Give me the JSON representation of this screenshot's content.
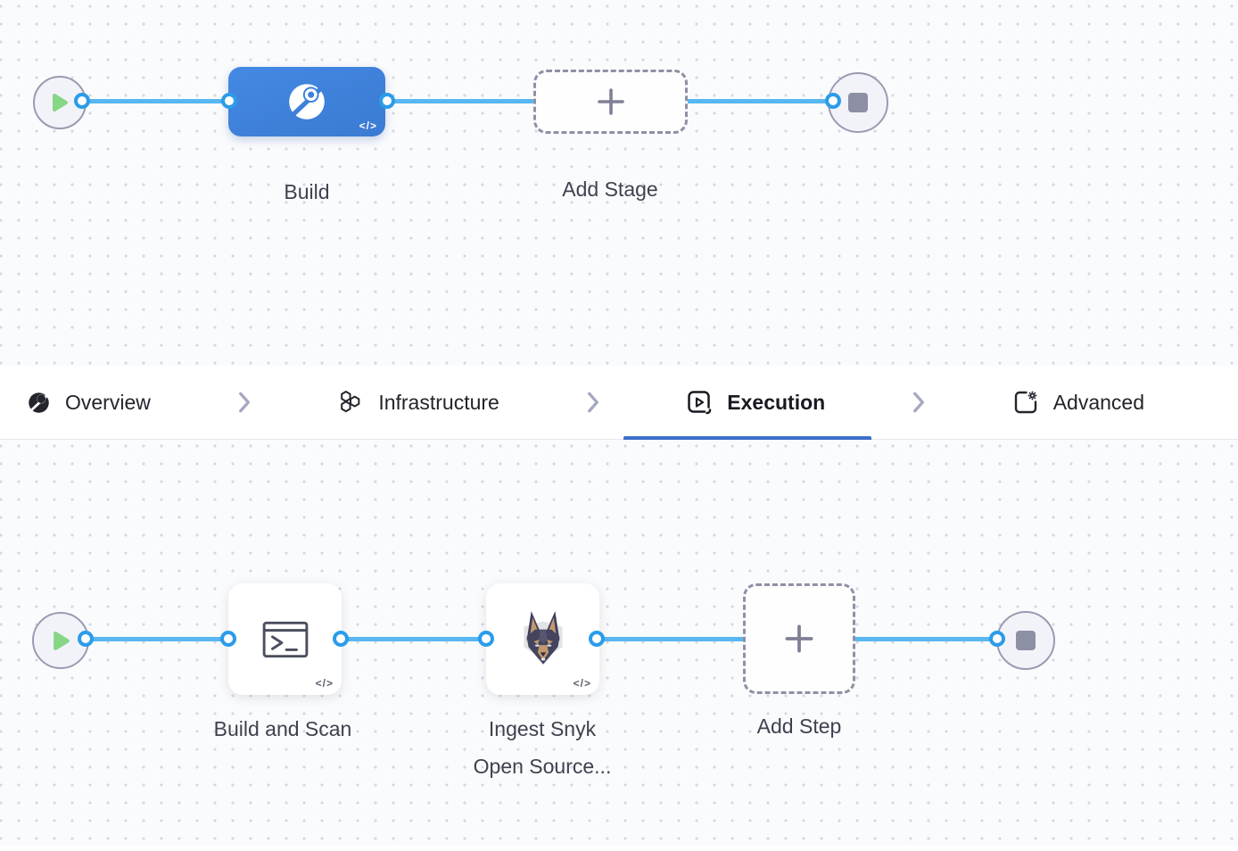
{
  "stage_pipeline": {
    "build_stage_label": "Build",
    "add_stage_label": "Add Stage",
    "code_badge": "</>"
  },
  "tab_bar": {
    "tabs": [
      {
        "label": "Overview"
      },
      {
        "label": "Infrastructure"
      },
      {
        "label": "Execution"
      },
      {
        "label": "Advanced"
      }
    ],
    "active_tab": "Execution"
  },
  "step_pipeline": {
    "build_and_scan_label": "Build and Scan",
    "ingest_snyk_label_line1": "Ingest Snyk",
    "ingest_snyk_label_line2": "Open Source...",
    "add_step_label": "Add Step",
    "code_badge": "</>"
  },
  "colors": {
    "stage_node_blue": "#3e80d8",
    "connector_blue": "#58b7f0",
    "connector_dot_ring": "#2b9ce9",
    "active_tab_underline": "#3b70c9",
    "play_green": "#86d685",
    "stop_gray": "#8d8fa4",
    "canvas_background": "#fafbfd"
  }
}
